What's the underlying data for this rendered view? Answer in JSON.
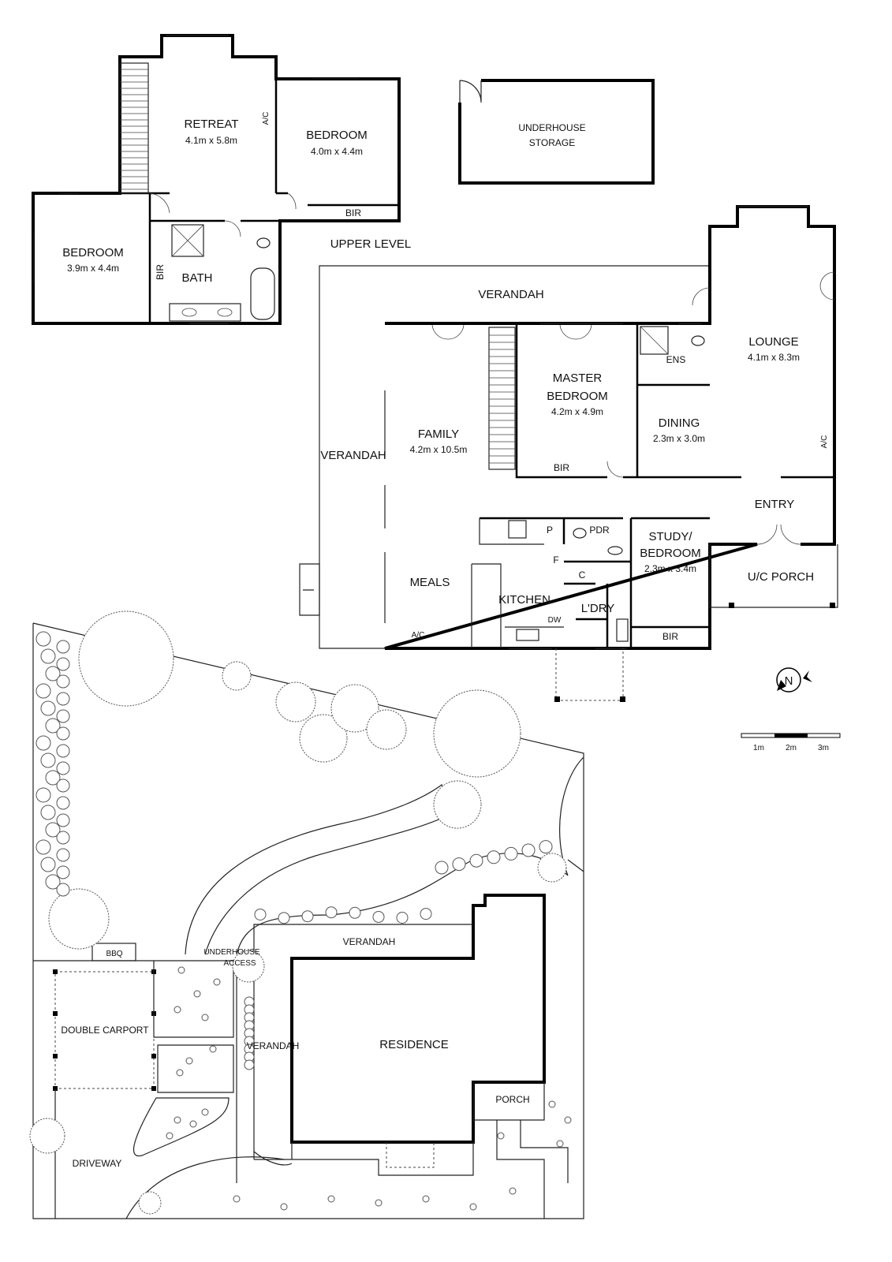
{
  "upper_level": {
    "title": "UPPER LEVEL",
    "rooms": [
      {
        "name": "RETREAT",
        "dims": "4.1m x 5.8m"
      },
      {
        "name": "BEDROOM",
        "dims": "4.0m x 4.4m"
      },
      {
        "name": "BEDROOM",
        "dims": "3.9m x 4.4m"
      },
      {
        "name": "BATH",
        "dims": ""
      }
    ],
    "labels": {
      "ac": "A/C",
      "bir_1": "BIR",
      "bir_2": "BIR"
    }
  },
  "storage": {
    "line1": "UNDERHOUSE",
    "line2": "STORAGE"
  },
  "ground_level": {
    "rooms": [
      {
        "name": "LOUNGE",
        "dims": "4.1m x 8.3m"
      },
      {
        "name": "MASTER",
        "name2": "BEDROOM",
        "dims": "4.2m x 4.9m"
      },
      {
        "name": "FAMILY",
        "dims": "4.2m x 10.5m"
      },
      {
        "name": "DINING",
        "dims": "2.3m x 3.0m"
      },
      {
        "name": "STUDY/",
        "name2": "BEDROOM",
        "dims": "2.3m x 3.4m"
      }
    ],
    "labels": {
      "verandah_top": "VERANDAH",
      "verandah_side": "VERANDAH",
      "ens": "ENS",
      "bir_master": "BIR",
      "bir_study": "BIR",
      "entry": "ENTRY",
      "uc_porch": "U/C PORCH",
      "meals": "MEALS",
      "kitchen": "KITCHEN",
      "laundry": "L'DRY",
      "pdr": "PDR",
      "pantry": "P",
      "fridge": "F",
      "cupboard": "C",
      "dw": "DW",
      "ac_lounge": "A/C",
      "ac_meals": "A/C"
    }
  },
  "north": {
    "letter": "N"
  },
  "scale": {
    "ticks": [
      "1m",
      "2m",
      "3m"
    ]
  },
  "site": {
    "residence": "RESIDENCE",
    "verandah_top": "VERANDAH",
    "verandah_side": "VERANDAH",
    "underhouse_access_1": "UNDERHOUSE",
    "underhouse_access_2": "ACCESS",
    "bbq": "BBQ",
    "carport": "DOUBLE CARPORT",
    "driveway": "DRIVEWAY",
    "porch": "PORCH"
  }
}
